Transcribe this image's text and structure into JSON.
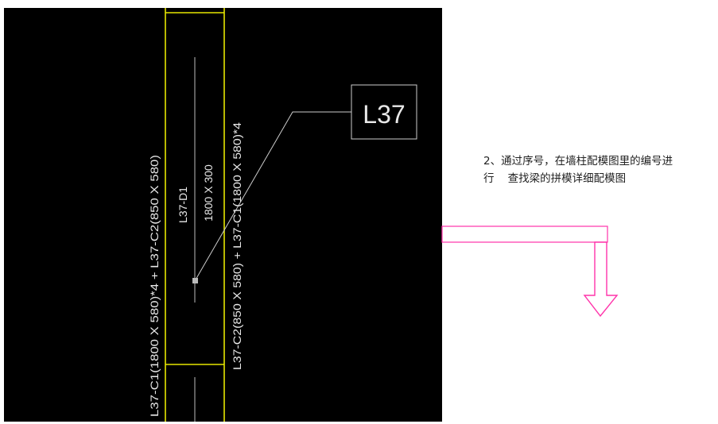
{
  "cad": {
    "beam_tag": "L37",
    "panel_id": "L37-D1",
    "panel_size": "1800 X 300",
    "left_combo": "L37-C1(1800 X 580)*4 + L37-C2(850 X 580)",
    "right_combo": "L37-C2(850 X 580) + L37-C1(1800 X 580)*4"
  },
  "annotation": {
    "line1": "2、通过序号，在墙柱配模图里的编号进",
    "line2": "行    查找梁的拼模详细配模图"
  },
  "colors": {
    "canvas_bg": "#000000",
    "beam_outline": "#e6e600",
    "cad_text": "#e8e8e8",
    "callout": "#ff33aa"
  }
}
